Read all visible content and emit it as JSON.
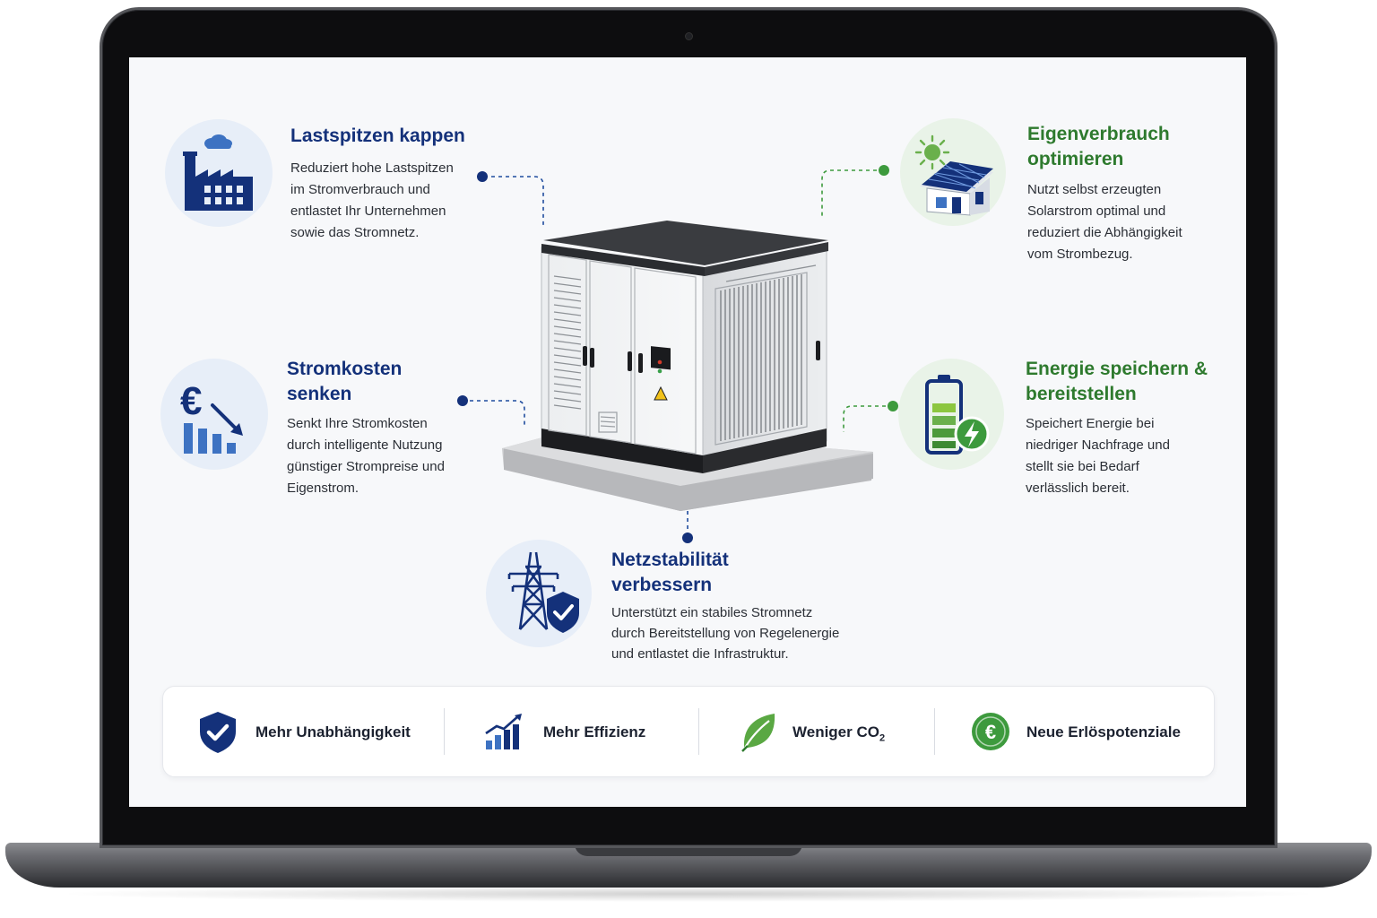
{
  "features": [
    {
      "id": "lastspitzen",
      "title_lines": [
        "Lastspitzen kappen"
      ],
      "text_lines": [
        "Reduziert hohe Lastspitzen",
        "im Stromverbrauch und",
        "entlastet Ihr Unternehmen",
        "sowie das Stromnetz."
      ],
      "icon": "factory-icon",
      "color": "#14317a"
    },
    {
      "id": "stromkosten",
      "title_lines": [
        "Stromkosten",
        "senken"
      ],
      "text_lines": [
        "Senkt Ihre Stromkosten",
        "durch intelligente Nutzung",
        "günstiger Strompreise und",
        "Eigenstrom."
      ],
      "icon": "euro-decrease-icon",
      "color": "#14317a"
    },
    {
      "id": "netzstabilitaet",
      "title_lines": [
        "Netzstabilität",
        "verbessern"
      ],
      "text_lines": [
        "Unterstützt ein stabiles Stromnetz",
        "durch Bereitstellung von Regelenergie",
        "und entlastet die Infrastruktur."
      ],
      "icon": "power-pylon-shield-icon",
      "color": "#14317a"
    },
    {
      "id": "eigenverbrauch",
      "title_lines": [
        "Eigenverbrauch",
        "optimieren"
      ],
      "text_lines": [
        "Nutzt selbst erzeugten",
        "Solarstrom optimal und",
        "reduziert die Abhängigkeit",
        "vom Strombezug."
      ],
      "icon": "solar-house-icon",
      "color": "#2e7a2e"
    },
    {
      "id": "speichern",
      "title_lines": [
        "Energie speichern &",
        "bereitstellen"
      ],
      "text_lines": [
        "Speichert Energie bei",
        "niedriger Nachfrage und",
        "stellt sie bei Bedarf",
        "verlässlich bereit."
      ],
      "icon": "battery-charging-icon",
      "color": "#2e7a2e"
    }
  ],
  "benefits": [
    {
      "label": "Mehr Unabhängigkeit",
      "icon": "shield-check-icon"
    },
    {
      "label": "Mehr Effizienz",
      "icon": "growth-chart-icon"
    },
    {
      "label": "Weniger CO",
      "subscript": "2",
      "icon": "leaf-icon"
    },
    {
      "label": "Neue Erlöspotenziale",
      "icon": "euro-coin-icon"
    }
  ],
  "product": {
    "name": "battery-storage-cabinet",
    "icon": "warning-triangle-icon"
  },
  "colors": {
    "blue": "#14317a",
    "green": "#2e7a2e",
    "accent_blue": "#1f5fb4",
    "accent_green": "#3d9a3d"
  }
}
